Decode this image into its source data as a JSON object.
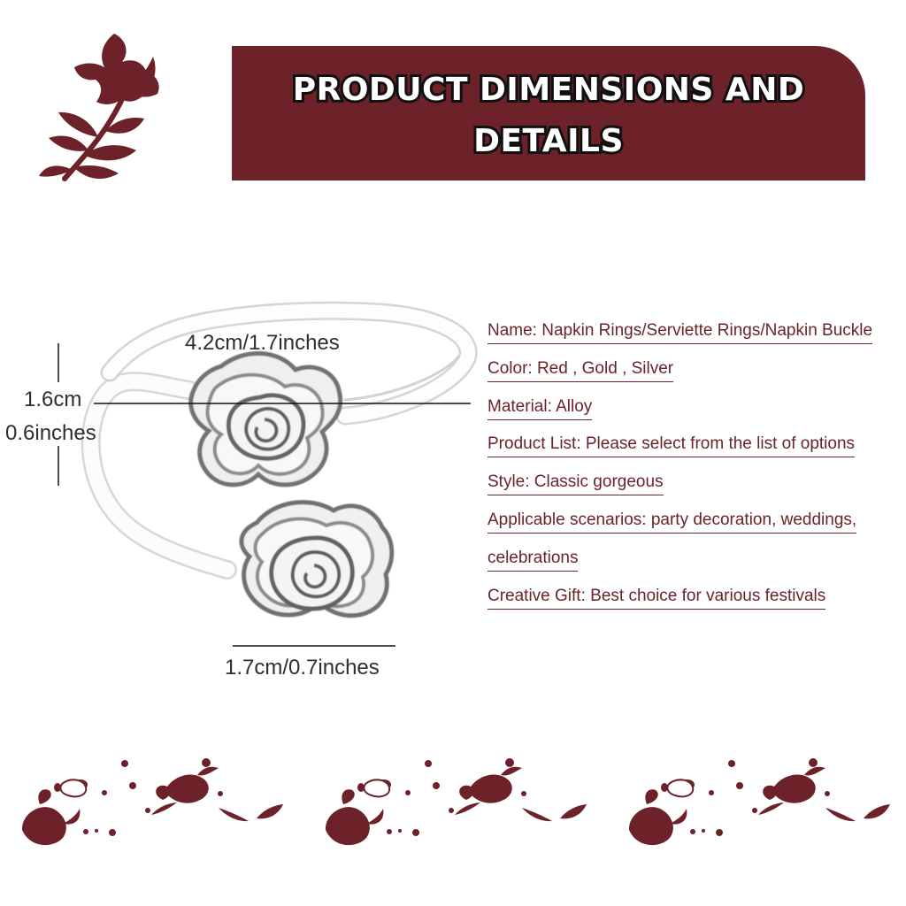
{
  "header": {
    "title_line_1": "PRODUCT DIMENSIONS AND",
    "title_line_2": "DETAILS"
  },
  "decorations": {
    "corner_icon": "rose-branch-icon",
    "bottom_icon": "ink-splatter-icon",
    "accent_color": "#6c2228"
  },
  "measurements": {
    "length_label": "4.2cm/1.7inches",
    "height_label_cm": "1.6cm",
    "height_label_in": "0.6inches",
    "width_label": "1.7cm/0.7inches"
  },
  "details": [
    {
      "text": "Name: Napkin Rings/Serviette Rings/Napkin Buckle"
    },
    {
      "text": "Color: Red , Gold , Silver"
    },
    {
      "text": "Material: Alloy"
    },
    {
      "text": "Product List: Please select from the list of options"
    },
    {
      "text": "Style: Classic gorgeous"
    },
    {
      "text": "Applicable scenarios: party decoration, weddings,"
    },
    {
      "text": "celebrations"
    },
    {
      "text": "Creative Gift: Best choice for various festivals"
    }
  ]
}
